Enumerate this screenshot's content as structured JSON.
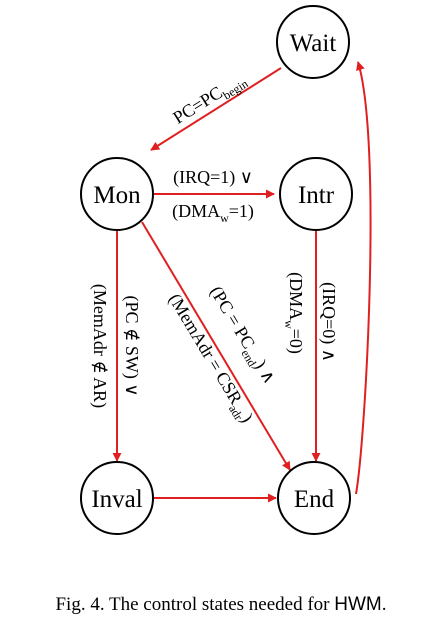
{
  "diagram": {
    "edge_color": "#e02020",
    "nodes": {
      "wait": "Wait",
      "mon": "Mon",
      "intr": "Intr",
      "inval": "Inval",
      "end": "End"
    },
    "edges": {
      "wait_mon": {
        "base": "PC=PC",
        "sub": "begin"
      },
      "mon_intr_1": {
        "text": "(IRQ=1) ∨"
      },
      "mon_intr_2": {
        "base": "(DMA",
        "sub": "w",
        "tail": "=1)"
      },
      "intr_end_1": {
        "text": "(IRQ=0) ∧"
      },
      "intr_end_2": {
        "base": "(DMA",
        "sub": "w",
        "tail": "=0)"
      },
      "mon_end_1": {
        "base": "(PC = PC",
        "sub": "end",
        "tail": ") ∧"
      },
      "mon_end_2": {
        "base": "(MemAdr = CSR",
        "sub": "adr",
        "tail": ")"
      },
      "mon_inval_1": {
        "text": "(PC ∉ SW) ∨"
      },
      "mon_inval_2": {
        "text": "(MemAdr ∉ AR)"
      }
    }
  },
  "caption": {
    "prefix": "Fig. 4.   The control states needed for ",
    "term": "HWM",
    "suffix": "."
  }
}
